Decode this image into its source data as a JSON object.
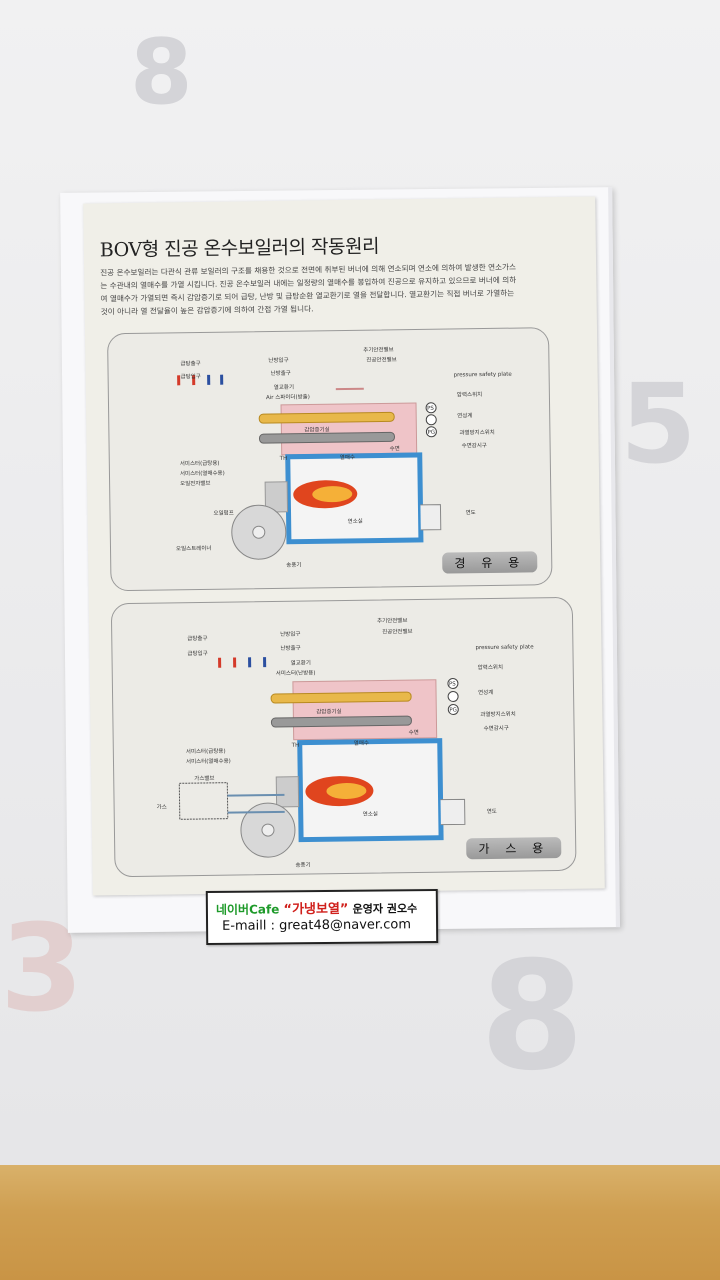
{
  "document": {
    "title": "BOV형 진공 온수보일러의 작동원리",
    "description": "진공 온수보일러는 다관식 관류 보일러의 구조를 채용한 것으로 전면에 취부된 버너에 의해 연소되며 연소에 의하여 발생한 연소가스는 수관내의 열매수를 가열 시킵니다. 진공 온수보일러 내에는 일정량의 열매수를 봉입하여 진공으로 유지하고 있으므로 버너에 의하여 열매수가 가열되면 즉시 감압증기로 되어 급탕, 난방 및 급탕순환 열교환기로 열을 전달합니다. 열교환기는 직접 버너로 가열하는 것이 아니라 열 전달율이 높은 감압증기에 의하여 간접 가열 됩니다."
  },
  "oil_panel": {
    "tag": "경 유 용",
    "labels": {
      "hw_out": "급탕출구",
      "hw_in": "급탕입구",
      "heat_in": "난방입구",
      "heat_out": "난방출구",
      "hex": "열교환기",
      "air": "Air 스파이더(방출)",
      "extract_valve": "추기안전밸브",
      "vac_valve": "진공안전밸브",
      "psp": "pressure safety plate",
      "press_sw": "압력스위치",
      "gauge": "연성계",
      "overheat": "과열방지스위치",
      "sight": "수면감시구",
      "steam": "감압증기실",
      "water": "열매수",
      "level": "수면",
      "th1": "서미스터(급탕용)",
      "th2": "서미스터(열매수용)",
      "oil_valve": "오일전자밸브",
      "oil_pump": "오일펌프",
      "strainer": "오일스트레이너",
      "fan": "송풍기",
      "chamber": "연소실",
      "flue": "연도",
      "th": "TH",
      "ps": "PS",
      "pg": "PG"
    }
  },
  "gas_panel": {
    "tag": "가 스 용",
    "labels": {
      "hw_out": "급탕출구",
      "hw_in": "급탕입구",
      "heat_in": "난방입구",
      "heat_out": "난방출구",
      "hex": "열교환기",
      "air": "서미스터(난방용)",
      "extract_valve": "추기안전밸브",
      "vac_valve": "진공안전밸브",
      "psp": "pressure safety plate",
      "press_sw": "압력스위치",
      "gauge": "연성계",
      "overheat": "과열방지스위치",
      "sight": "수면감시구",
      "steam": "감압증기실",
      "water": "열매수",
      "level": "수면",
      "th1": "서미스터(급탕용)",
      "th2": "서미스터(열매수용)",
      "gas_valve": "가스밸브",
      "gas": "가스",
      "fan": "송풍기",
      "chamber": "연소실",
      "flue": "연도",
      "th": "TH",
      "ps": "PS",
      "pg": "PG"
    }
  },
  "sticker": {
    "brand": "네이버Cafe",
    "cafe_name": "“가냉보열”",
    "owner": "운영자 권오수",
    "email_line": "E-maill : great48@naver.com"
  },
  "colors": {
    "desk": "#cf9f52",
    "boiler_pink": "#efc4c8",
    "frame_blue": "#3d8fd0",
    "hot_arrow": "#d43a2a",
    "cold_arrow": "#2b4fa0"
  }
}
